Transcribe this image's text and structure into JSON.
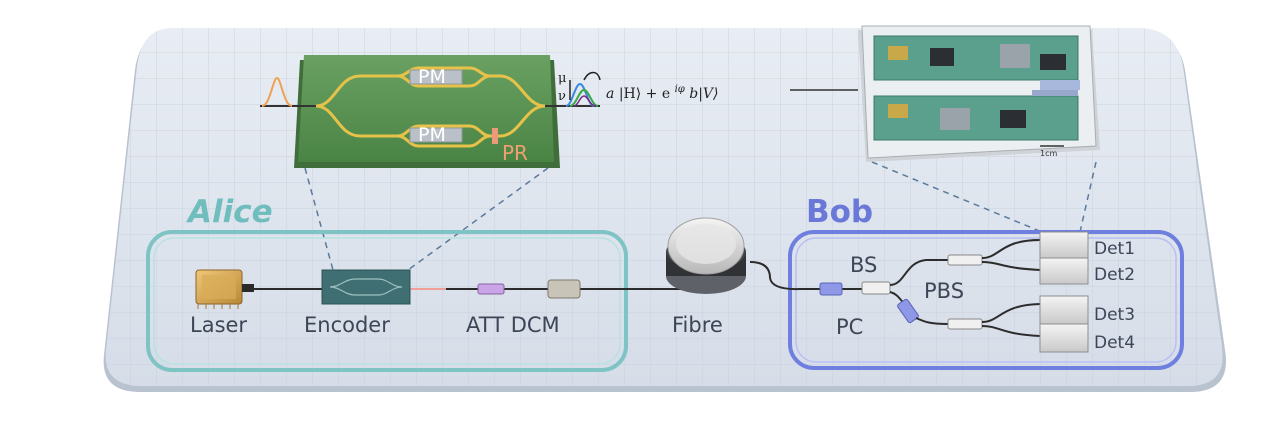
{
  "alice": {
    "title": "Alice",
    "laser": "Laser",
    "encoder": "Encoder",
    "att_dcm": "ATT DCM"
  },
  "fibre": "Fibre",
  "bob": {
    "title": "Bob",
    "bs": "BS",
    "pc": "PC",
    "pbs": "PBS",
    "det1": "Det1",
    "det2": "Det2",
    "det3": "Det3",
    "det4": "Det4"
  },
  "encoder_chip": {
    "pm_top": "PM",
    "pm_bottom": "PM",
    "pr": "PR",
    "mu": "μ",
    "nu": "ν",
    "state": "a|H⟩ + e^{iφ}b|V⟩",
    "state_a": "a",
    "state_h": "|H⟩ + e",
    "state_exp": "iφ",
    "state_v": "b|V⟩"
  },
  "detector_board": {
    "scale": "1cm"
  },
  "colors": {
    "alice": "#7ec4c4",
    "bob": "#6f7fe0",
    "chip": "#5e9a58",
    "board": "#e9ecef",
    "waveguide": "#e7c24a"
  }
}
